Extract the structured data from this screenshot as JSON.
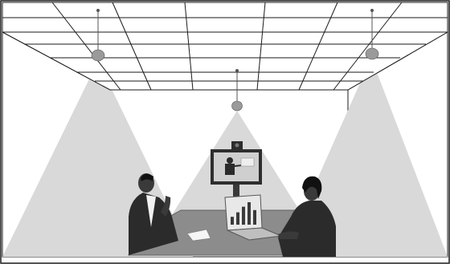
{
  "scene": {
    "kind": "illustration",
    "room": {
      "ceiling": "grid-ceiling",
      "speakers": [
        "ceiling-speaker-left",
        "ceiling-speaker-center",
        "ceiling-speaker-right"
      ]
    },
    "display": {
      "screen": "video-conference-screen",
      "camera": "camera-icon"
    },
    "laptop": {
      "screen_chart": "bar-chart-icon",
      "bar_levels": [
        0.35,
        0.55,
        0.8,
        1.0,
        0.65
      ]
    },
    "people": [
      "person-left-thinking",
      "person-right-looking"
    ],
    "colors": {
      "outline": "#1a1a1a",
      "cone": "#d9d9d9",
      "wall_side": "#ffffff",
      "table": "#8c8c8c",
      "dark_suit": "#2b2b2b",
      "screen_bg": "#cfcfcf"
    }
  }
}
